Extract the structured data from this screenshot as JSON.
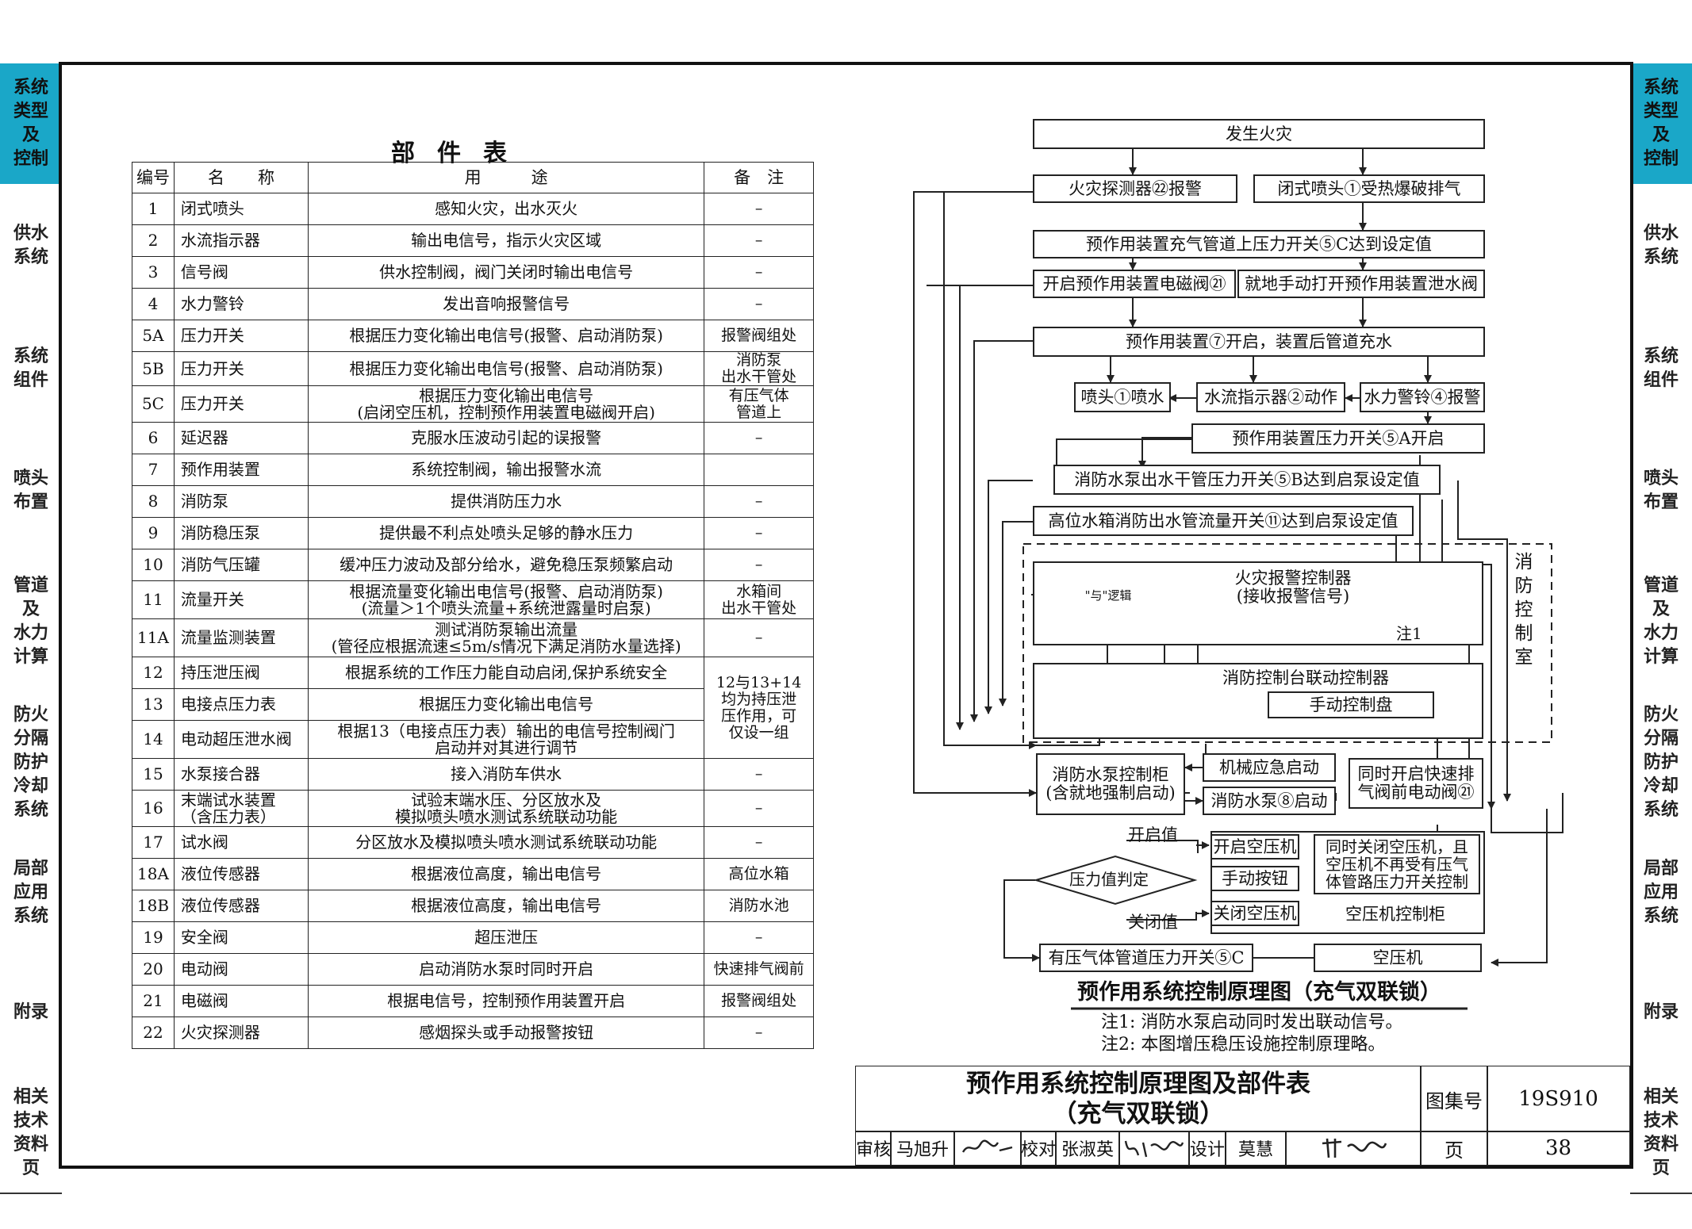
{
  "sidebar": [
    {
      "label": "系统\n类型\n及\n控制",
      "active": true
    },
    {
      "label": "供水\n系统"
    },
    {
      "label": "系统\n组件"
    },
    {
      "label": "喷头\n布置"
    },
    {
      "label": "管道\n及\n水力\n计算"
    },
    {
      "label": "防火\n分隔\n防护\n冷却\n系统"
    },
    {
      "label": "局部\n应用\n系统"
    },
    {
      "label": "附录"
    },
    {
      "label": "相关\n技术\n资料\n页"
    }
  ],
  "colors": {
    "active_tab": "#1aa7c8",
    "line": "#222222"
  },
  "parts_table": {
    "title": "部件表",
    "headers": [
      "编号",
      "名　　称",
      "用　　　途",
      "备　注"
    ],
    "rows": [
      {
        "no": "1",
        "name": "闭式喷头",
        "use": "感知火灾，出水灭火",
        "note": "–"
      },
      {
        "no": "2",
        "name": "水流指示器",
        "use": "输出电信号，指示火灾区域",
        "note": "–"
      },
      {
        "no": "3",
        "name": "信号阀",
        "use": "供水控制阀，阀门关闭时输出电信号",
        "note": "–"
      },
      {
        "no": "4",
        "name": "水力警铃",
        "use": "发出音响报警信号",
        "note": "–"
      },
      {
        "no": "5A",
        "name": "压力开关",
        "use": "根据压力变化输出电信号(报警、启动消防泵)",
        "note": "报警阀组处"
      },
      {
        "no": "5B",
        "name": "压力开关",
        "use": "根据压力变化输出电信号(报警、启动消防泵)",
        "note": "消防泵\n出水干管处"
      },
      {
        "no": "5C",
        "name": "压力开关",
        "use": "根据压力变化输出电信号\n(启闭空压机，控制预作用装置电磁阀开启)",
        "note": "有压气体\n管道上"
      },
      {
        "no": "6",
        "name": "延迟器",
        "use": "克服水压波动引起的误报警",
        "note": "–"
      },
      {
        "no": "7",
        "name": "预作用装置",
        "use": "系统控制阀，输出报警水流",
        "note": ""
      },
      {
        "no": "8",
        "name": "消防泵",
        "use": "提供消防压力水",
        "note": "–"
      },
      {
        "no": "9",
        "name": "消防稳压泵",
        "use": "提供最不利点处喷头足够的静水压力",
        "note": "–"
      },
      {
        "no": "10",
        "name": "消防气压罐",
        "use": "缓冲压力波动及部分给水，避免稳压泵频繁启动",
        "note": "–"
      },
      {
        "no": "11",
        "name": "流量开关",
        "use": "根据流量变化输出电信号(报警、启动消防泵)\n(流量＞1个喷头流量+系统泄露量时启泵)",
        "note": "水箱间\n出水干管处"
      },
      {
        "no": "11A",
        "name": "流量监测装置",
        "use": "测试消防泵输出流量\n(管径应根据流速≤5m/s情况下满足消防水量选择)",
        "note": "–"
      },
      {
        "no": "12",
        "name": "持压泄压阀",
        "use": "根据系统的工作压力能自动启闭,保护系统安全",
        "note": "12与13+14\n均为持压泄\n压作用，可\n仅设一组"
      },
      {
        "no": "13",
        "name": "电接点压力表",
        "use": "根据压力变化输出电信号",
        "note": ""
      },
      {
        "no": "14",
        "name": "电动超压泄水阀",
        "use": "根据13（电接点压力表）输出的电信号控制阀门\n启动并对其进行调节",
        "note": ""
      },
      {
        "no": "15",
        "name": "水泵接合器",
        "use": "接入消防车供水",
        "note": "–"
      },
      {
        "no": "16",
        "name": "末端试水装置\n（含压力表）",
        "use": "试验末端水压、分区放水及\n模拟喷头喷水测试系统联动功能",
        "note": "–"
      },
      {
        "no": "17",
        "name": "试水阀",
        "use": "分区放水及模拟喷头喷水测试系统联动功能",
        "note": "–"
      },
      {
        "no": "18A",
        "name": "液位传感器",
        "use": "根据液位高度，输出电信号",
        "note": "高位水箱"
      },
      {
        "no": "18B",
        "name": "液位传感器",
        "use": "根据液位高度，输出电信号",
        "note": "消防水池"
      },
      {
        "no": "19",
        "name": "安全阀",
        "use": "超压泄压",
        "note": "–"
      },
      {
        "no": "20",
        "name": "电动阀",
        "use": "启动消防水泵时同时开启",
        "note": "快速排气阀前"
      },
      {
        "no": "21",
        "name": "电磁阀",
        "use": "根据电信号，控制预作用装置开启",
        "note": "报警阀组处"
      },
      {
        "no": "22",
        "name": "火灾探测器",
        "use": "感烟探头或手动报警按钮",
        "note": "–"
      }
    ]
  },
  "flow": {
    "fire": "发生火灾",
    "detector_alarm": "火灾探测器㉒报警",
    "sprinkler_burst": "闭式喷头①受热爆破排气",
    "pressure_switch_5c": "预作用装置充气管道上压力开关⑤C达到设定值",
    "open_solenoid": "开启预作用装置电磁阀㉑",
    "manual_drain": "就地手动打开预作用装置泄水阀",
    "valve_open": "预作用装置⑦开启，装置后管道充水",
    "head_spray": "喷头①喷水",
    "flow_indicator": "水流指示器②动作",
    "alarm_bell": "水力警铃④报警",
    "switch_5a": "预作用装置压力开关⑤A开启",
    "switch_5b": "消防水泵出水干管压力开关⑤B达到启泵设定值",
    "flow_switch_11": "高位水箱消防出水管流量开关⑪达到启泵设定值",
    "control_room": "消\n防\n控\n制\n室",
    "fire_alarm_controller": "火灾报警控制器\n(接收报警信号)",
    "and_logic": "\"与\"逻辑",
    "note1_tag": "注1",
    "linkage_controller": "消防控制台联动控制器",
    "manual_panel": "手动控制盘",
    "pump_cabinet": "消防水泵控制柜\n(含就地强制启动)",
    "mech_emergency": "机械应急启动",
    "pump_start": "消防水泵⑧启动",
    "open_exhaust_valve": "同时开启快速排\n气阀前电动阀㉑",
    "open_value_label": "开启值",
    "pressure_judge": "压力值判定",
    "close_value_label": "关闭值",
    "open_compressor": "开启空压机",
    "manual_button": "手动按钮",
    "close_compressor": "关闭空压机",
    "close_note": "同时关闭空压机，且\n空压机不再受有压气\n体管路压力开关控制",
    "compressor_cabinet": "空压机控制柜",
    "gas_pipe_switch": "有压气体管道压力开关⑤C",
    "compressor": "空压机",
    "diagram_title": "预作用系统控制原理图（充气双联锁）",
    "note1": "注1: 消防水泵启动同时发出联动信号。",
    "note2": "注2: 本图增压稳压设施控制原理略。"
  },
  "title_block": {
    "title_line1": "预作用系统控制原理图及部件表",
    "title_line2": "（充气双联锁）",
    "atlas_label": "图集号",
    "atlas_no": "19S910",
    "review_label": "审核",
    "reviewer": "马旭升",
    "check_label": "校对",
    "checker": "张淑英",
    "design_label": "设计",
    "designer": "莫慧",
    "page_label": "页",
    "page_no": "38"
  }
}
